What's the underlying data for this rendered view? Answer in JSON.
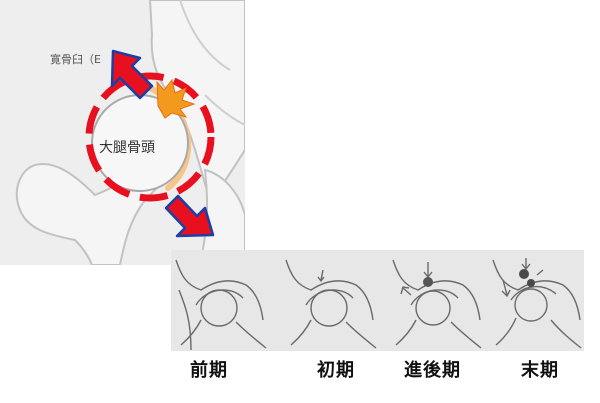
{
  "illustration": {
    "acetabulum_label": "寛骨臼（E",
    "femoral_head_label": "大腿骨頭"
  },
  "stages": [
    {
      "label": "前期"
    },
    {
      "label": "初期"
    },
    {
      "label": "進後期"
    },
    {
      "label": "末期"
    }
  ],
  "colors": {
    "dashed_ring": "#e8101f",
    "arrow_fill": "#e8101f",
    "arrow_outline": "#1a3fa6",
    "pain_burst": "#f39a1e",
    "bone_fill": "#f5f5f5",
    "bone_outline": "#c2c2c2"
  },
  "icons": {
    "arrow_up_left": "red-arrow-icon",
    "arrow_down_right": "red-arrow-icon",
    "pain_burst": "pain-burst-icon"
  }
}
